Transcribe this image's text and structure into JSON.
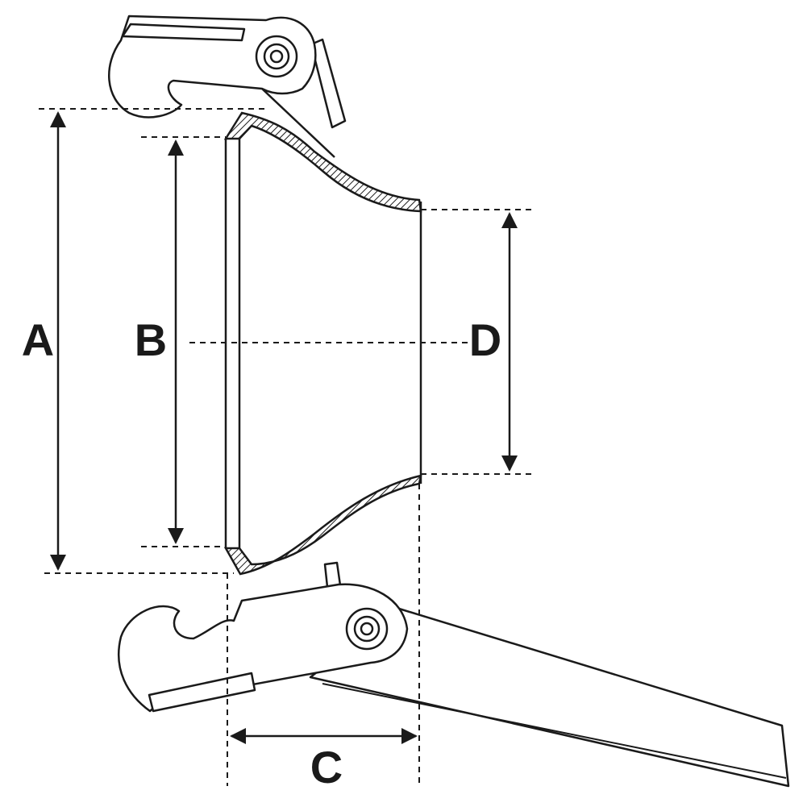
{
  "labels": {
    "a": "A",
    "b": "B",
    "c": "C",
    "d": "D"
  },
  "colors": {
    "line": "#1a1a1a",
    "background": "#ffffff"
  }
}
